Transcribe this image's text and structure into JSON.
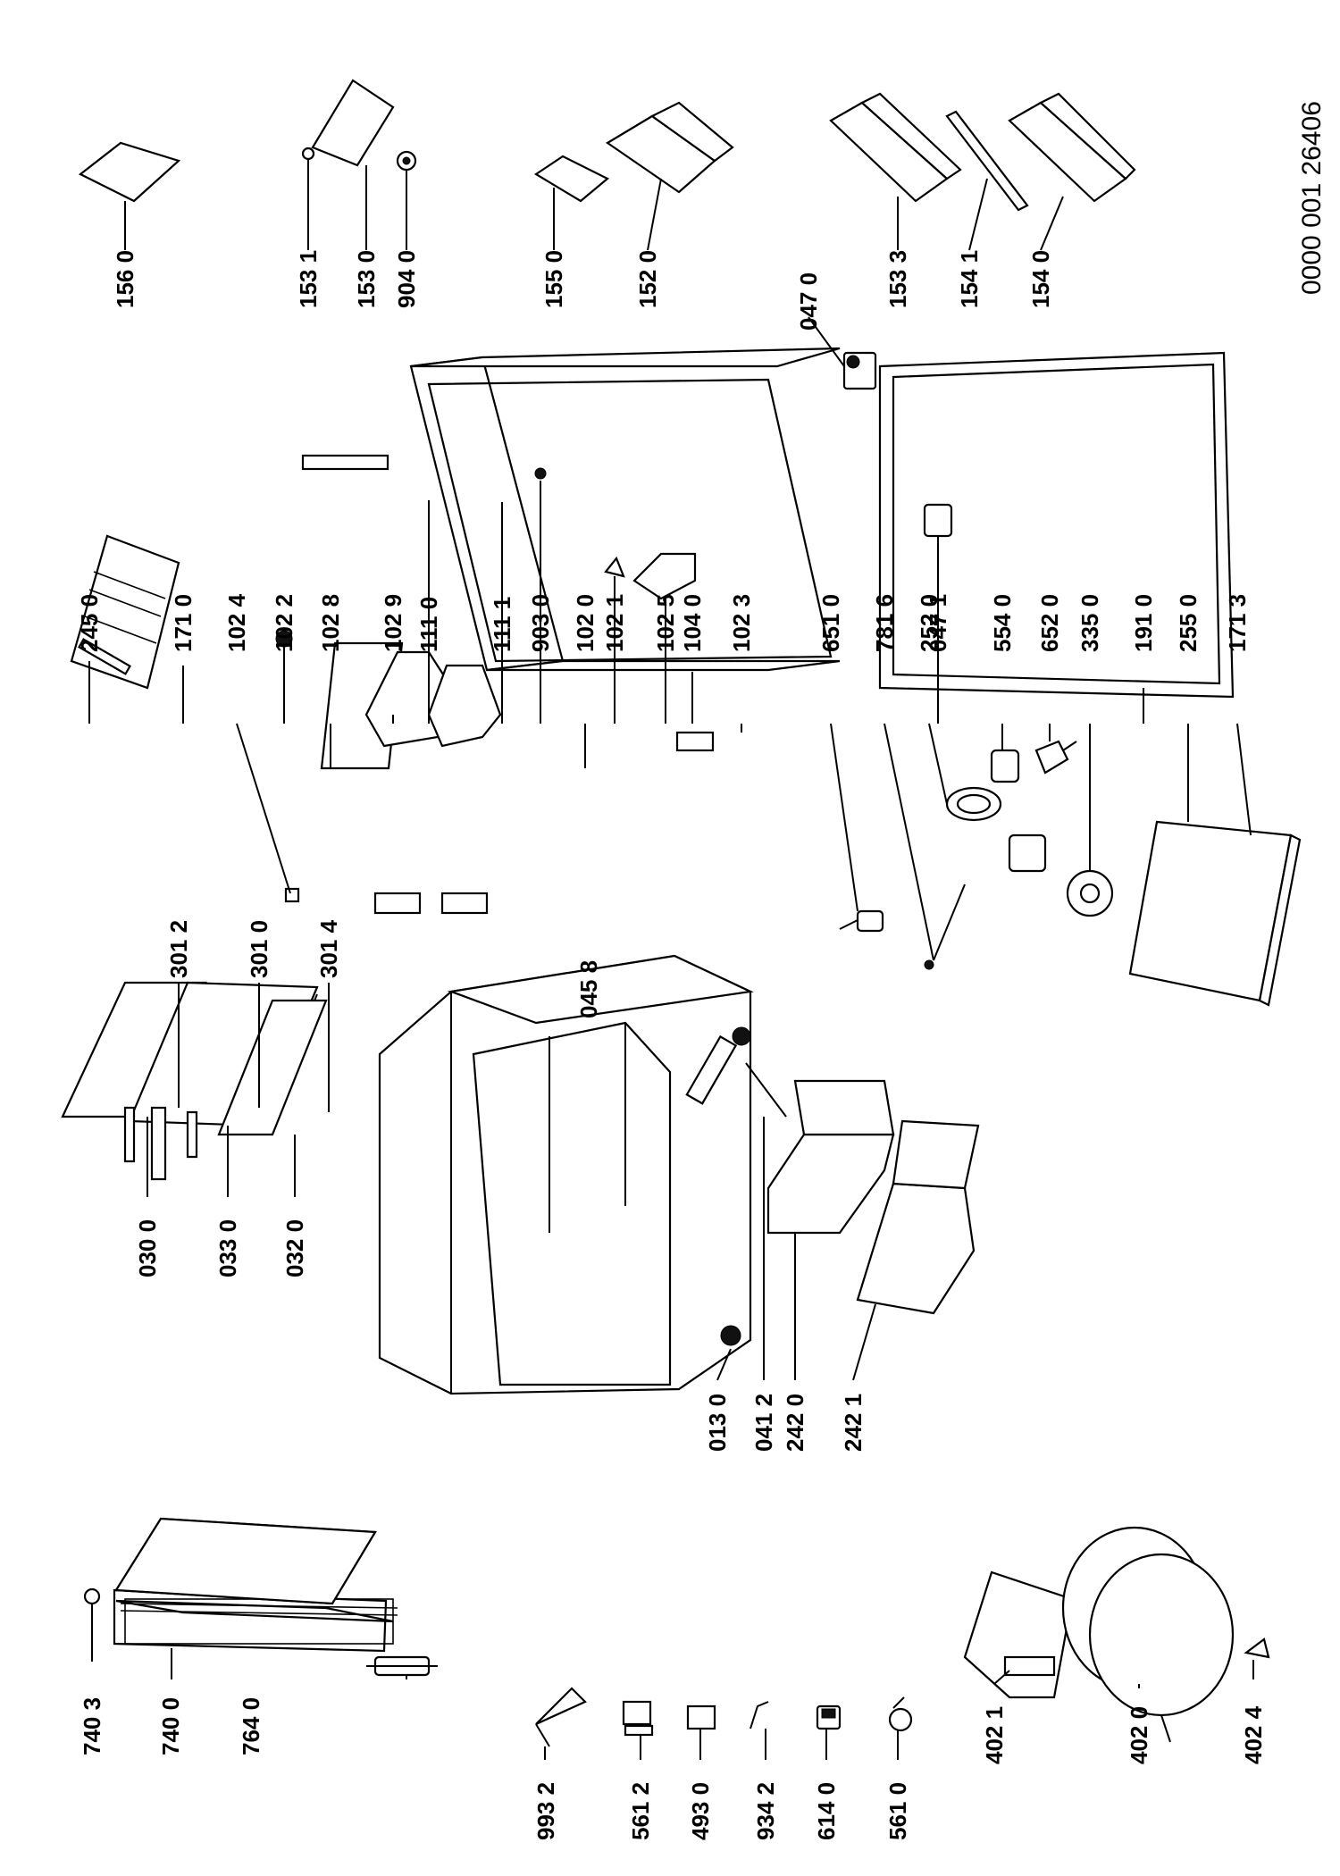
{
  "doc_code": "0000 001 26406",
  "labels": [
    {
      "id": "740-3",
      "text": "740 3"
    },
    {
      "id": "740-0",
      "text": "740 0"
    },
    {
      "id": "764-0",
      "text": "764 0"
    },
    {
      "id": "993-2",
      "text": "993 2"
    },
    {
      "id": "561-2",
      "text": "561 2"
    },
    {
      "id": "493-0",
      "text": "493 0"
    },
    {
      "id": "934-2",
      "text": "934 2"
    },
    {
      "id": "614-0",
      "text": "614 0"
    },
    {
      "id": "561-0",
      "text": "561 0"
    },
    {
      "id": "402-1",
      "text": "402 1"
    },
    {
      "id": "402-0",
      "text": "402 0"
    },
    {
      "id": "402-4",
      "text": "402 4"
    },
    {
      "id": "030-0",
      "text": "030 0"
    },
    {
      "id": "033-0",
      "text": "033 0"
    },
    {
      "id": "032-0",
      "text": "032 0"
    },
    {
      "id": "301-2",
      "text": "301 2"
    },
    {
      "id": "301-0",
      "text": "301 0"
    },
    {
      "id": "301-4",
      "text": "301 4"
    },
    {
      "id": "045-8",
      "text": "045 8"
    },
    {
      "id": "013-0",
      "text": "013 0"
    },
    {
      "id": "041-2",
      "text": "041 2"
    },
    {
      "id": "242-0",
      "text": "242 0"
    },
    {
      "id": "242-1",
      "text": "242 1"
    },
    {
      "id": "245-0",
      "text": "245 0"
    },
    {
      "id": "171-0",
      "text": "171 0"
    },
    {
      "id": "102-4",
      "text": "102 4"
    },
    {
      "id": "102-2",
      "text": "102 2"
    },
    {
      "id": "102-8",
      "text": "102 8"
    },
    {
      "id": "102-9",
      "text": "102 9"
    },
    {
      "id": "111-0",
      "text": "111 0"
    },
    {
      "id": "111-1",
      "text": "111 1"
    },
    {
      "id": "903-0",
      "text": "903 0"
    },
    {
      "id": "102-0",
      "text": "102 0"
    },
    {
      "id": "102-1",
      "text": "102 1"
    },
    {
      "id": "102-5",
      "text": "102 5"
    },
    {
      "id": "104-0",
      "text": "104 0"
    },
    {
      "id": "102-3",
      "text": "102 3"
    },
    {
      "id": "651-0",
      "text": "651 0"
    },
    {
      "id": "781-6",
      "text": "781 6"
    },
    {
      "id": "252-0",
      "text": "252 0"
    },
    {
      "id": "047-1",
      "text": "047 1"
    },
    {
      "id": "554-0",
      "text": "554 0"
    },
    {
      "id": "652-0",
      "text": "652 0"
    },
    {
      "id": "335-0",
      "text": "335 0"
    },
    {
      "id": "191-0",
      "text": "191 0"
    },
    {
      "id": "255-0",
      "text": "255 0"
    },
    {
      "id": "171-3",
      "text": "171 3"
    },
    {
      "id": "156-0",
      "text": "156 0"
    },
    {
      "id": "153-1",
      "text": "153 1"
    },
    {
      "id": "153-0",
      "text": "153 0"
    },
    {
      "id": "904-0",
      "text": "904 0"
    },
    {
      "id": "155-0",
      "text": "155 0"
    },
    {
      "id": "152-0",
      "text": "152 0"
    },
    {
      "id": "047-0",
      "text": "047 0"
    },
    {
      "id": "153-3",
      "text": "153 3"
    },
    {
      "id": "154-1",
      "text": "154 1"
    },
    {
      "id": "154-0",
      "text": "154 0"
    }
  ]
}
